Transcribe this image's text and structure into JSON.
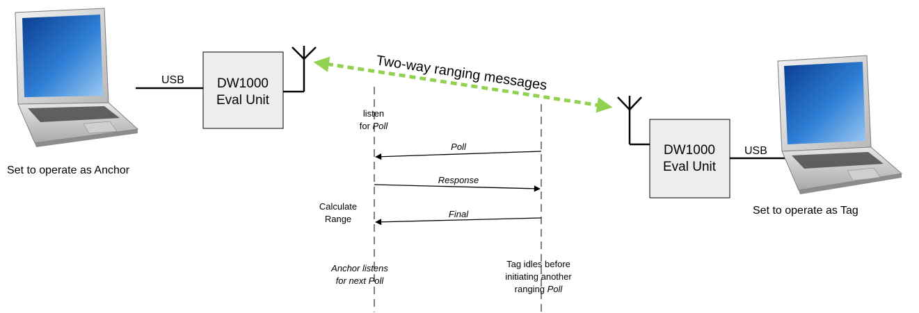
{
  "anchor": {
    "unit_line1": "DW1000",
    "unit_line2": "Eval Unit",
    "usb": "USB",
    "caption": "Set to operate as Anchor",
    "icon": "laptop-icon"
  },
  "tag": {
    "unit_line1": "DW1000",
    "unit_line2": "Eval Unit",
    "usb": "USB",
    "caption": "Set to operate as Tag",
    "icon": "laptop-icon"
  },
  "ranging_label": "Two-way ranging messages",
  "colors": {
    "ranging_arrow": "#92d050",
    "box_fill": "#ededed",
    "line": "#000000"
  },
  "sequence": {
    "anchor_notes": {
      "listen_line1": "listen",
      "listen_line2_prefix": "for ",
      "listen_line2_em": "Poll",
      "calc_line1": "Calculate",
      "calc_line2": "Range",
      "next_line1": "Anchor listens",
      "next_line2": "for next Poll"
    },
    "tag_notes": {
      "line1": "Tag idles before",
      "line2": "initiating another",
      "line3_prefix": "ranging ",
      "line3_em": "Poll"
    },
    "messages": [
      {
        "label": "Poll",
        "direction": "tag-to-anchor"
      },
      {
        "label": "Response",
        "direction": "anchor-to-tag"
      },
      {
        "label": "Final",
        "direction": "tag-to-anchor"
      }
    ]
  }
}
